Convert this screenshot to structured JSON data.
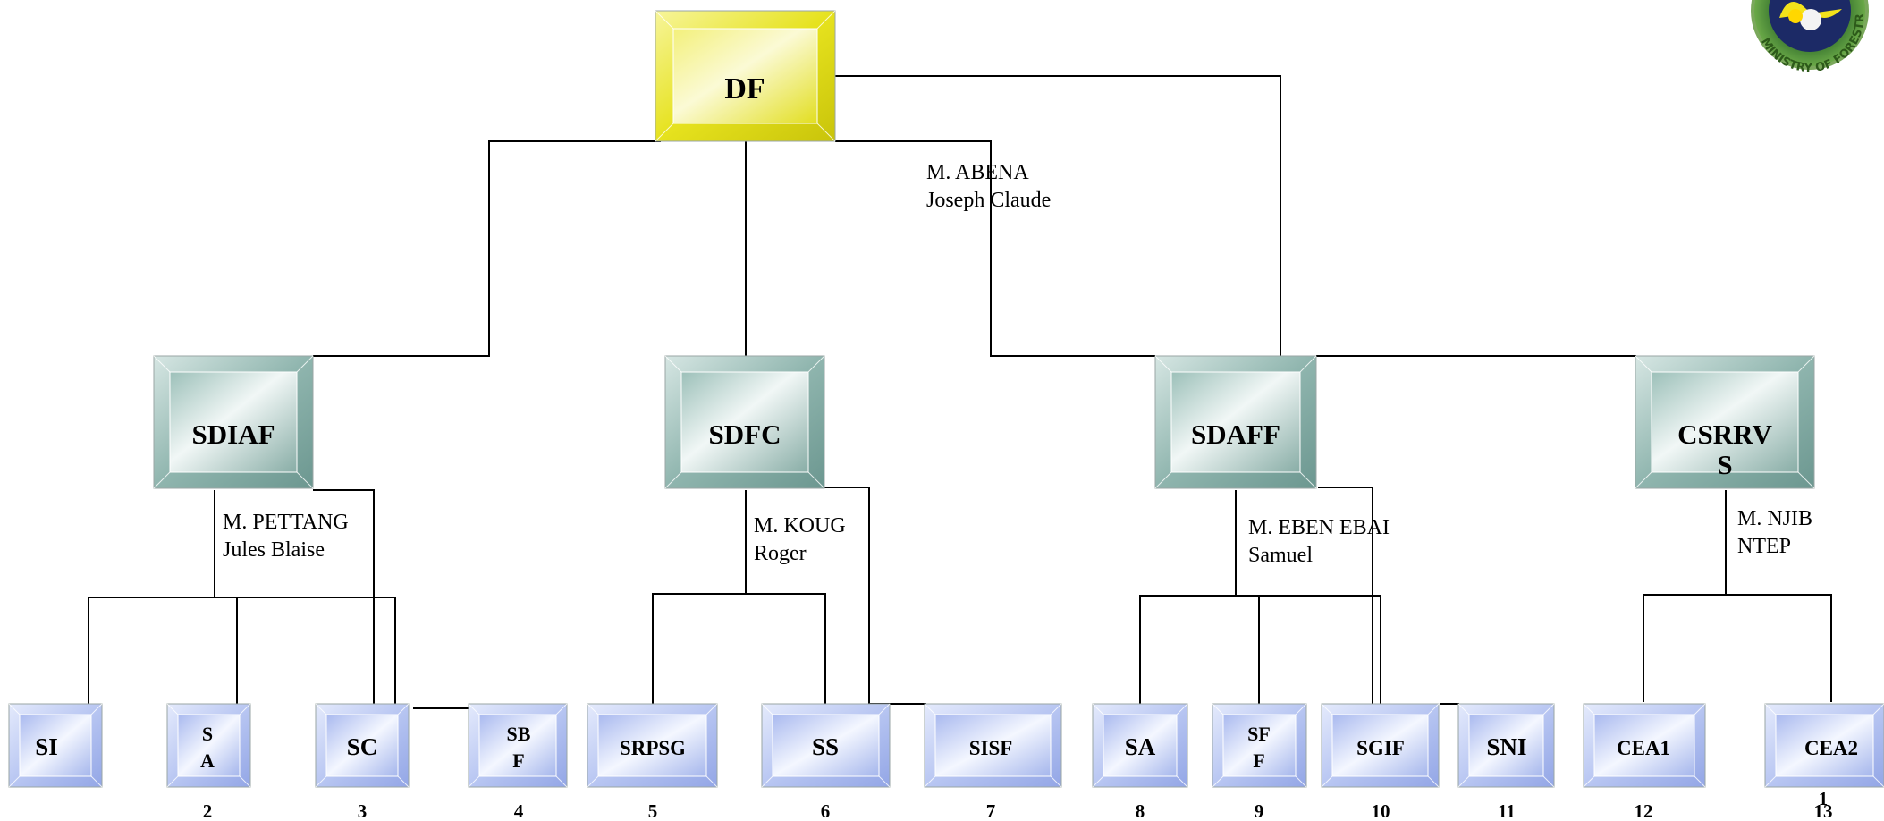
{
  "root": {
    "label": "DF",
    "person": [
      "M. ABENA",
      "Joseph  Claude"
    ]
  },
  "subdirectorates": [
    {
      "label": "SDIAF",
      "person": [
        "M. PETTANG",
        "Jules Blaise"
      ]
    },
    {
      "label": "SDFC",
      "person": [
        "M. KOUG",
        "Roger"
      ]
    },
    {
      "label": "SDAFF",
      "person": [
        "M. EBEN EBAI",
        "Samuel"
      ]
    },
    {
      "label": "CSRRV",
      "label_overflow": "S",
      "person": [
        "M. NJIB",
        "NTEP"
      ]
    }
  ],
  "services": [
    {
      "label": "SI",
      "number": ""
    },
    {
      "label": "S",
      "label_line2": "A",
      "number": "2"
    },
    {
      "label": "SC",
      "number": "3"
    },
    {
      "label": "SB",
      "label_line2": "F",
      "number": "4"
    },
    {
      "label": "SRPSG",
      "number": "5"
    },
    {
      "label": "SS",
      "number": "6"
    },
    {
      "label": "SISF",
      "number": "7"
    },
    {
      "label": "SA",
      "number": "8"
    },
    {
      "label": "SF",
      "label_line2": "F",
      "number": "9"
    },
    {
      "label": "SGIF",
      "number": "10"
    },
    {
      "label": "SNI",
      "number": "11"
    },
    {
      "label": "CEA1",
      "number": "12"
    },
    {
      "label": "CEA2",
      "number": "13",
      "number_overlay": "1"
    }
  ],
  "logo": {
    "text": "MINISTRY OF FORESTRY AND WILDLIFE"
  },
  "colors": {
    "root_fill": "#e6e21e",
    "sub_fill": "#8fb5ae",
    "service_fill": "#b8c6f2",
    "line": "#000000"
  }
}
